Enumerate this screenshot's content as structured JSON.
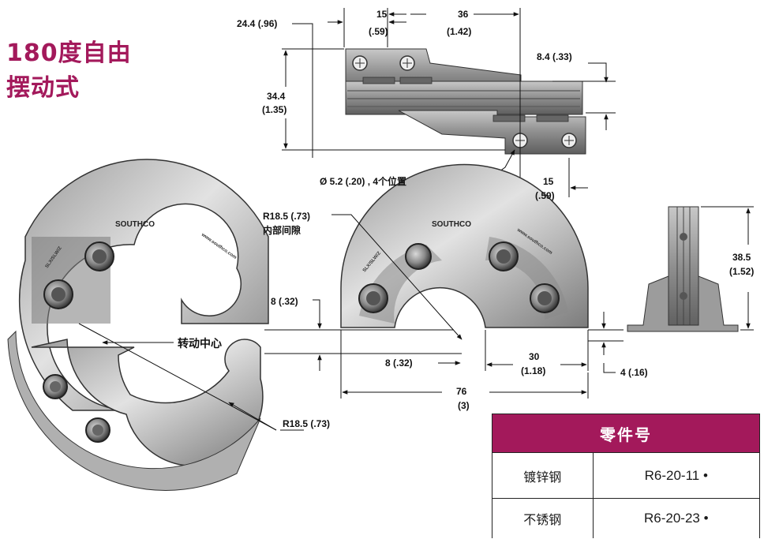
{
  "title": {
    "line1": "180度自由",
    "line2": "摆动式"
  },
  "colors": {
    "accent": "#a3195b",
    "metal_dark": "#6e6e6e",
    "metal_light": "#d6d6d6"
  },
  "top_view": {
    "dim_24_4": "24.4 (.96)",
    "dim_15_top": "15",
    "dim_15_top_in": "(.59)",
    "dim_36": "36",
    "dim_36_in": "(1.42)",
    "dim_8_4": "8.4 (.33)",
    "dim_34_4": "34.4",
    "dim_34_4_in": "(1.35)",
    "hole_note": "Ø 5.2 (.20) ,   4个位置",
    "dim_15_bottom": "15",
    "dim_15_bottom_in": "(.59)"
  },
  "front_view": {
    "brand_left": "SOUTHCO",
    "brand_right": "SOUTHCO",
    "r_inner": "R18.5 (.73)",
    "r_inner_label": "内部间隙",
    "dim_8_upper": "8 (.32)",
    "pivot_label": "转动中心",
    "dim_8_lower": "8 (.32)",
    "dim_30": "30",
    "dim_30_in": "(1.18)",
    "dim_4": "4 (.16)",
    "dim_76": "76",
    "dim_76_in": "(3)",
    "r_outer": "R18.5 (.73)"
  },
  "side_view": {
    "dim_38_5": "38.5",
    "dim_38_5_in": "(1.52)"
  },
  "parts_table": {
    "header": "零件号",
    "rows": [
      {
        "material": "镀锌钢",
        "part": "R6-20-11 •"
      },
      {
        "material": "不锈钢",
        "part": "R6-20-23 •"
      }
    ]
  }
}
